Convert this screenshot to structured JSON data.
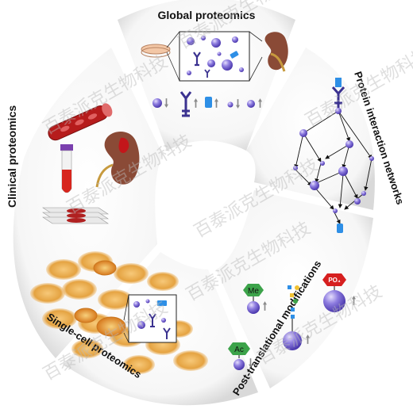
{
  "sections": {
    "global": {
      "title": "Global proteomics"
    },
    "ppi": {
      "title": "Protein interaction networks"
    },
    "ptm": {
      "title": "Post-translational modifications",
      "tags": {
        "me": "Me",
        "ac": "Ac",
        "po": "PO₄"
      }
    },
    "single_cell": {
      "title": "Single-cell proteomics"
    },
    "clinical": {
      "title": "Clinical proteomics"
    }
  },
  "watermark": "百泰派克生物科技",
  "colors": {
    "protein": "#7b67d4",
    "antibody": "#3b3290",
    "blue": "#2e8fe6",
    "kidney": "#8a4a36",
    "blood": "#c81d1d",
    "green": "#3ca34a",
    "cell": "#e9962c",
    "arrow": "#8a8a8a"
  }
}
